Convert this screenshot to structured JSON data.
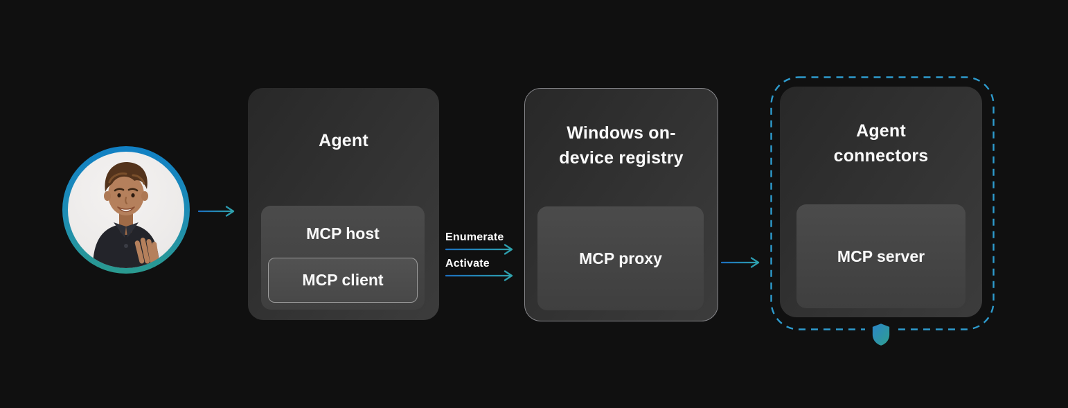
{
  "diagram": {
    "user": {
      "icon": "user-avatar"
    },
    "agent": {
      "title": "Agent",
      "host_label": "MCP host",
      "client_label": "MCP client"
    },
    "edges": {
      "enumerate": "Enumerate",
      "activate": "Activate"
    },
    "registry": {
      "title": "Windows on-device registry",
      "title_lines": [
        "Windows on-",
        "device registry"
      ],
      "proxy_label": "MCP proxy"
    },
    "connectors": {
      "title": "Agent connectors",
      "title_lines": [
        "Agent",
        "connectors"
      ],
      "server_label": "MCP server",
      "shield_icon": "security-shield-icon"
    }
  },
  "colors": {
    "background": "#101010",
    "node_bg_dark": "#282828",
    "node_bg_light": "#3c3c3c",
    "subnode_bg": "#454545",
    "client_border": "#9b9b9b",
    "registry_border": "#86868a",
    "dashed_border": "#2e9bcd",
    "arrow_blue": "#1c6fbe",
    "arrow_teal": "#2fa3ad",
    "avatar_ring_top": "#1180c4",
    "avatar_ring_bottom": "#2a9a8f",
    "shield_blue": "#2b85c8",
    "shield_teal": "#2f9f8f",
    "text": "#fafafa"
  }
}
